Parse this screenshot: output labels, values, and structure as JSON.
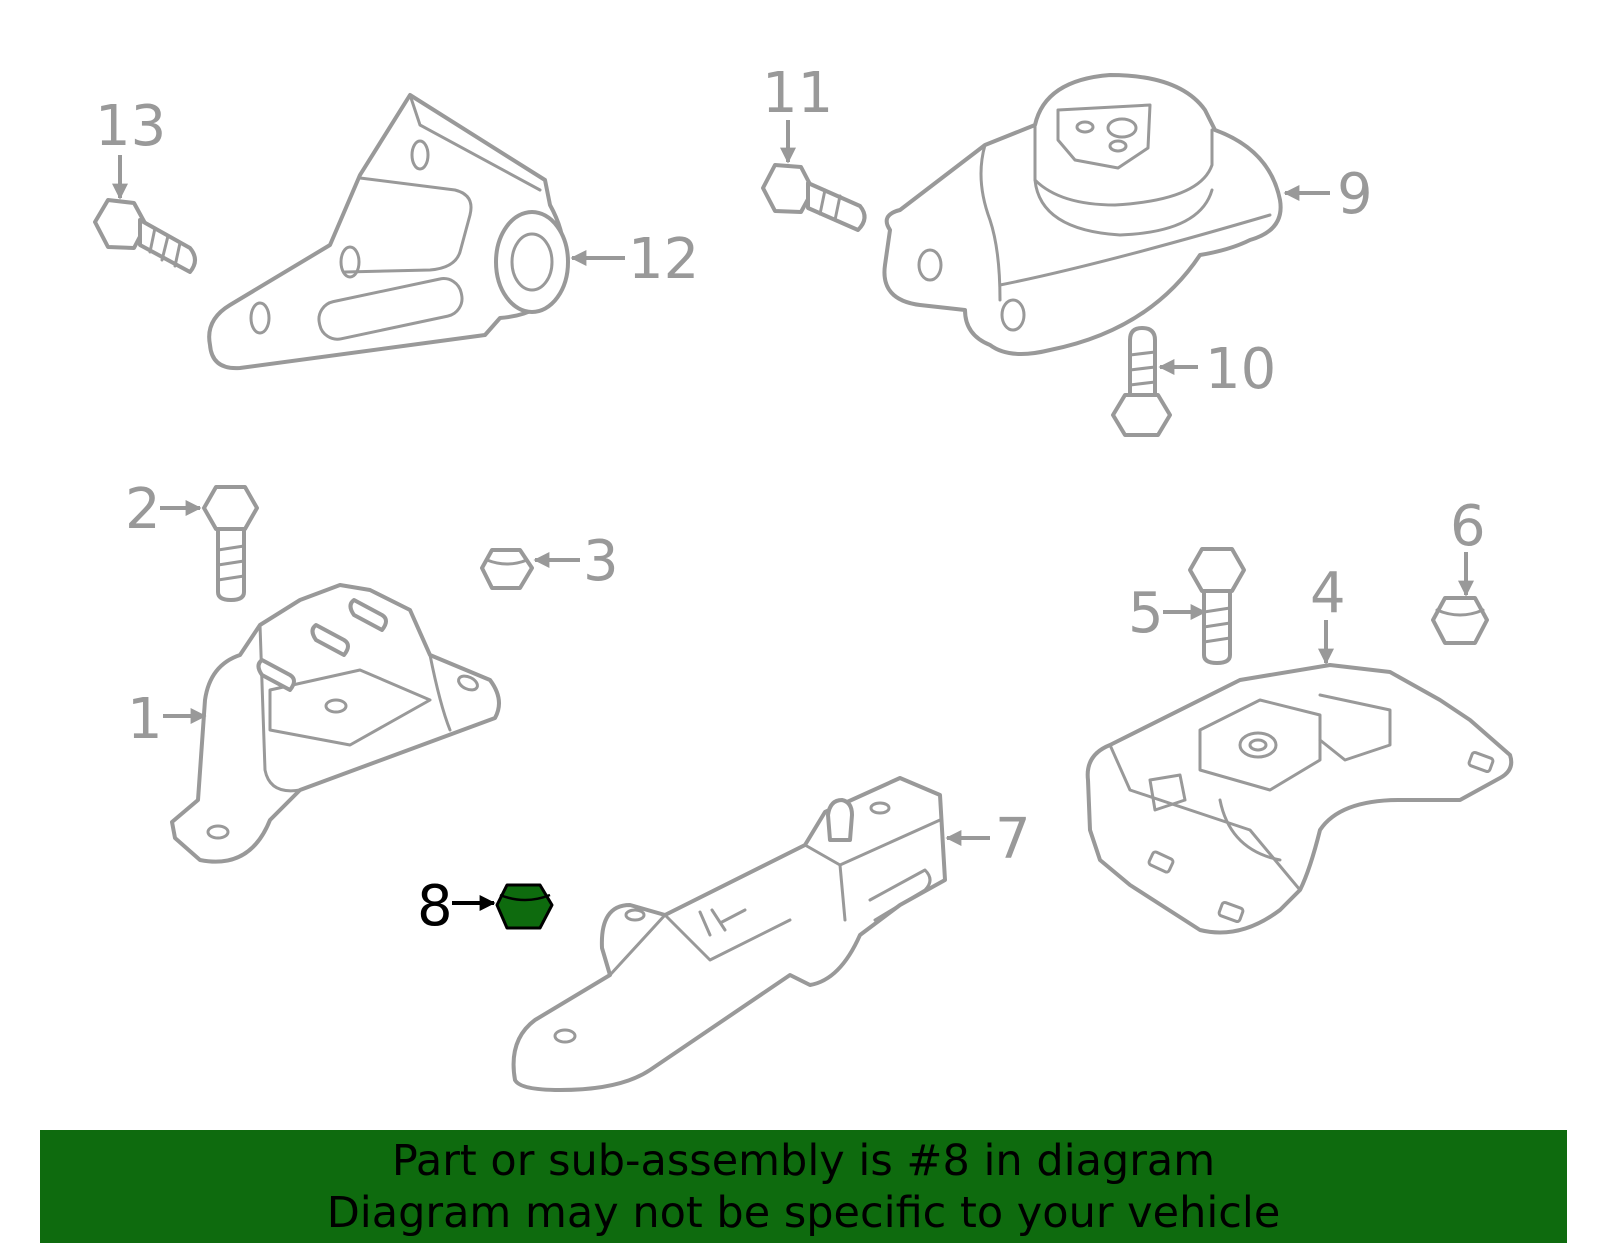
{
  "callouts": {
    "c1": "1",
    "c2": "2",
    "c3": "3",
    "c4": "4",
    "c5": "5",
    "c6": "6",
    "c7": "7",
    "c8": "8",
    "c9": "9",
    "c10": "10",
    "c11": "11",
    "c12": "12",
    "c13": "13"
  },
  "highlight": {
    "part": "8",
    "color": "#0e6b0e"
  },
  "banner": {
    "line1": "Part or sub-assembly is #8 in diagram",
    "line2": "Diagram may not be specific to your vehicle",
    "color": "#0e6b0e"
  }
}
